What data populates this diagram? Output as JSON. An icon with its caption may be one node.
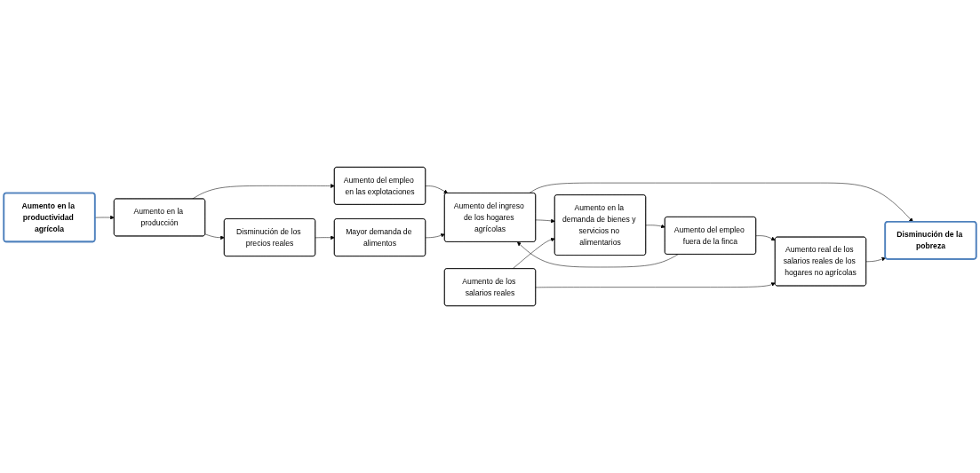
{
  "diagram": {
    "nodes": [
      {
        "text": [
          "Aumento en la productividad agrícola"
        ]
      },
      {
        "text": [
          "Aumento en la producción"
        ]
      },
      {
        "text": [
          "Disminución de los precios reales"
        ]
      },
      {
        "text": [
          "Aumento del empleo en las explotaciones"
        ]
      },
      {
        "text": [
          "Mayor demanda de alimentos"
        ]
      },
      {
        "text": [
          "Aumento del ingreso de los hogares agrícolas"
        ]
      },
      {
        "text": [
          "Aumento en la demanda de bienes y servicios no alimentarios"
        ]
      },
      {
        "text": [
          "Aumento del empleo fuera de la finca"
        ]
      },
      {
        "text": [
          "Aumento de los salarios reales"
        ]
      },
      {
        "text": [
          "Aumento real de los salarios reales de los hogares no agrícolas"
        ]
      },
      {
        "text": [
          "Disminución de la pobreza"
        ]
      }
    ],
    "edges": [
      {
        "from": 0,
        "to": 1,
        "arrow": "to"
      },
      {
        "from": 1,
        "to": 2,
        "arrow": "to"
      },
      {
        "from": 1,
        "to": 3,
        "arrow": "to"
      },
      {
        "from": 2,
        "to": 4,
        "arrow": "to"
      },
      {
        "from": 3,
        "to": 5,
        "arrow": "to"
      },
      {
        "from": 4,
        "to": 5,
        "arrow": "to"
      },
      {
        "from": 5,
        "to": 6,
        "arrow": "to"
      },
      {
        "from": 5,
        "to": 10,
        "arrow": "to"
      },
      {
        "from": 6,
        "to": 7,
        "arrow": "to"
      },
      {
        "from": 7,
        "to": 5,
        "arrow": "to"
      },
      {
        "from": 7,
        "to": 9,
        "arrow": "to"
      },
      {
        "from": 8,
        "to": 6,
        "arrow": "to"
      },
      {
        "from": 8,
        "to": 9,
        "arrow": "to"
      },
      {
        "from": 9,
        "to": 10,
        "arrow": "to"
      }
    ]
  }
}
